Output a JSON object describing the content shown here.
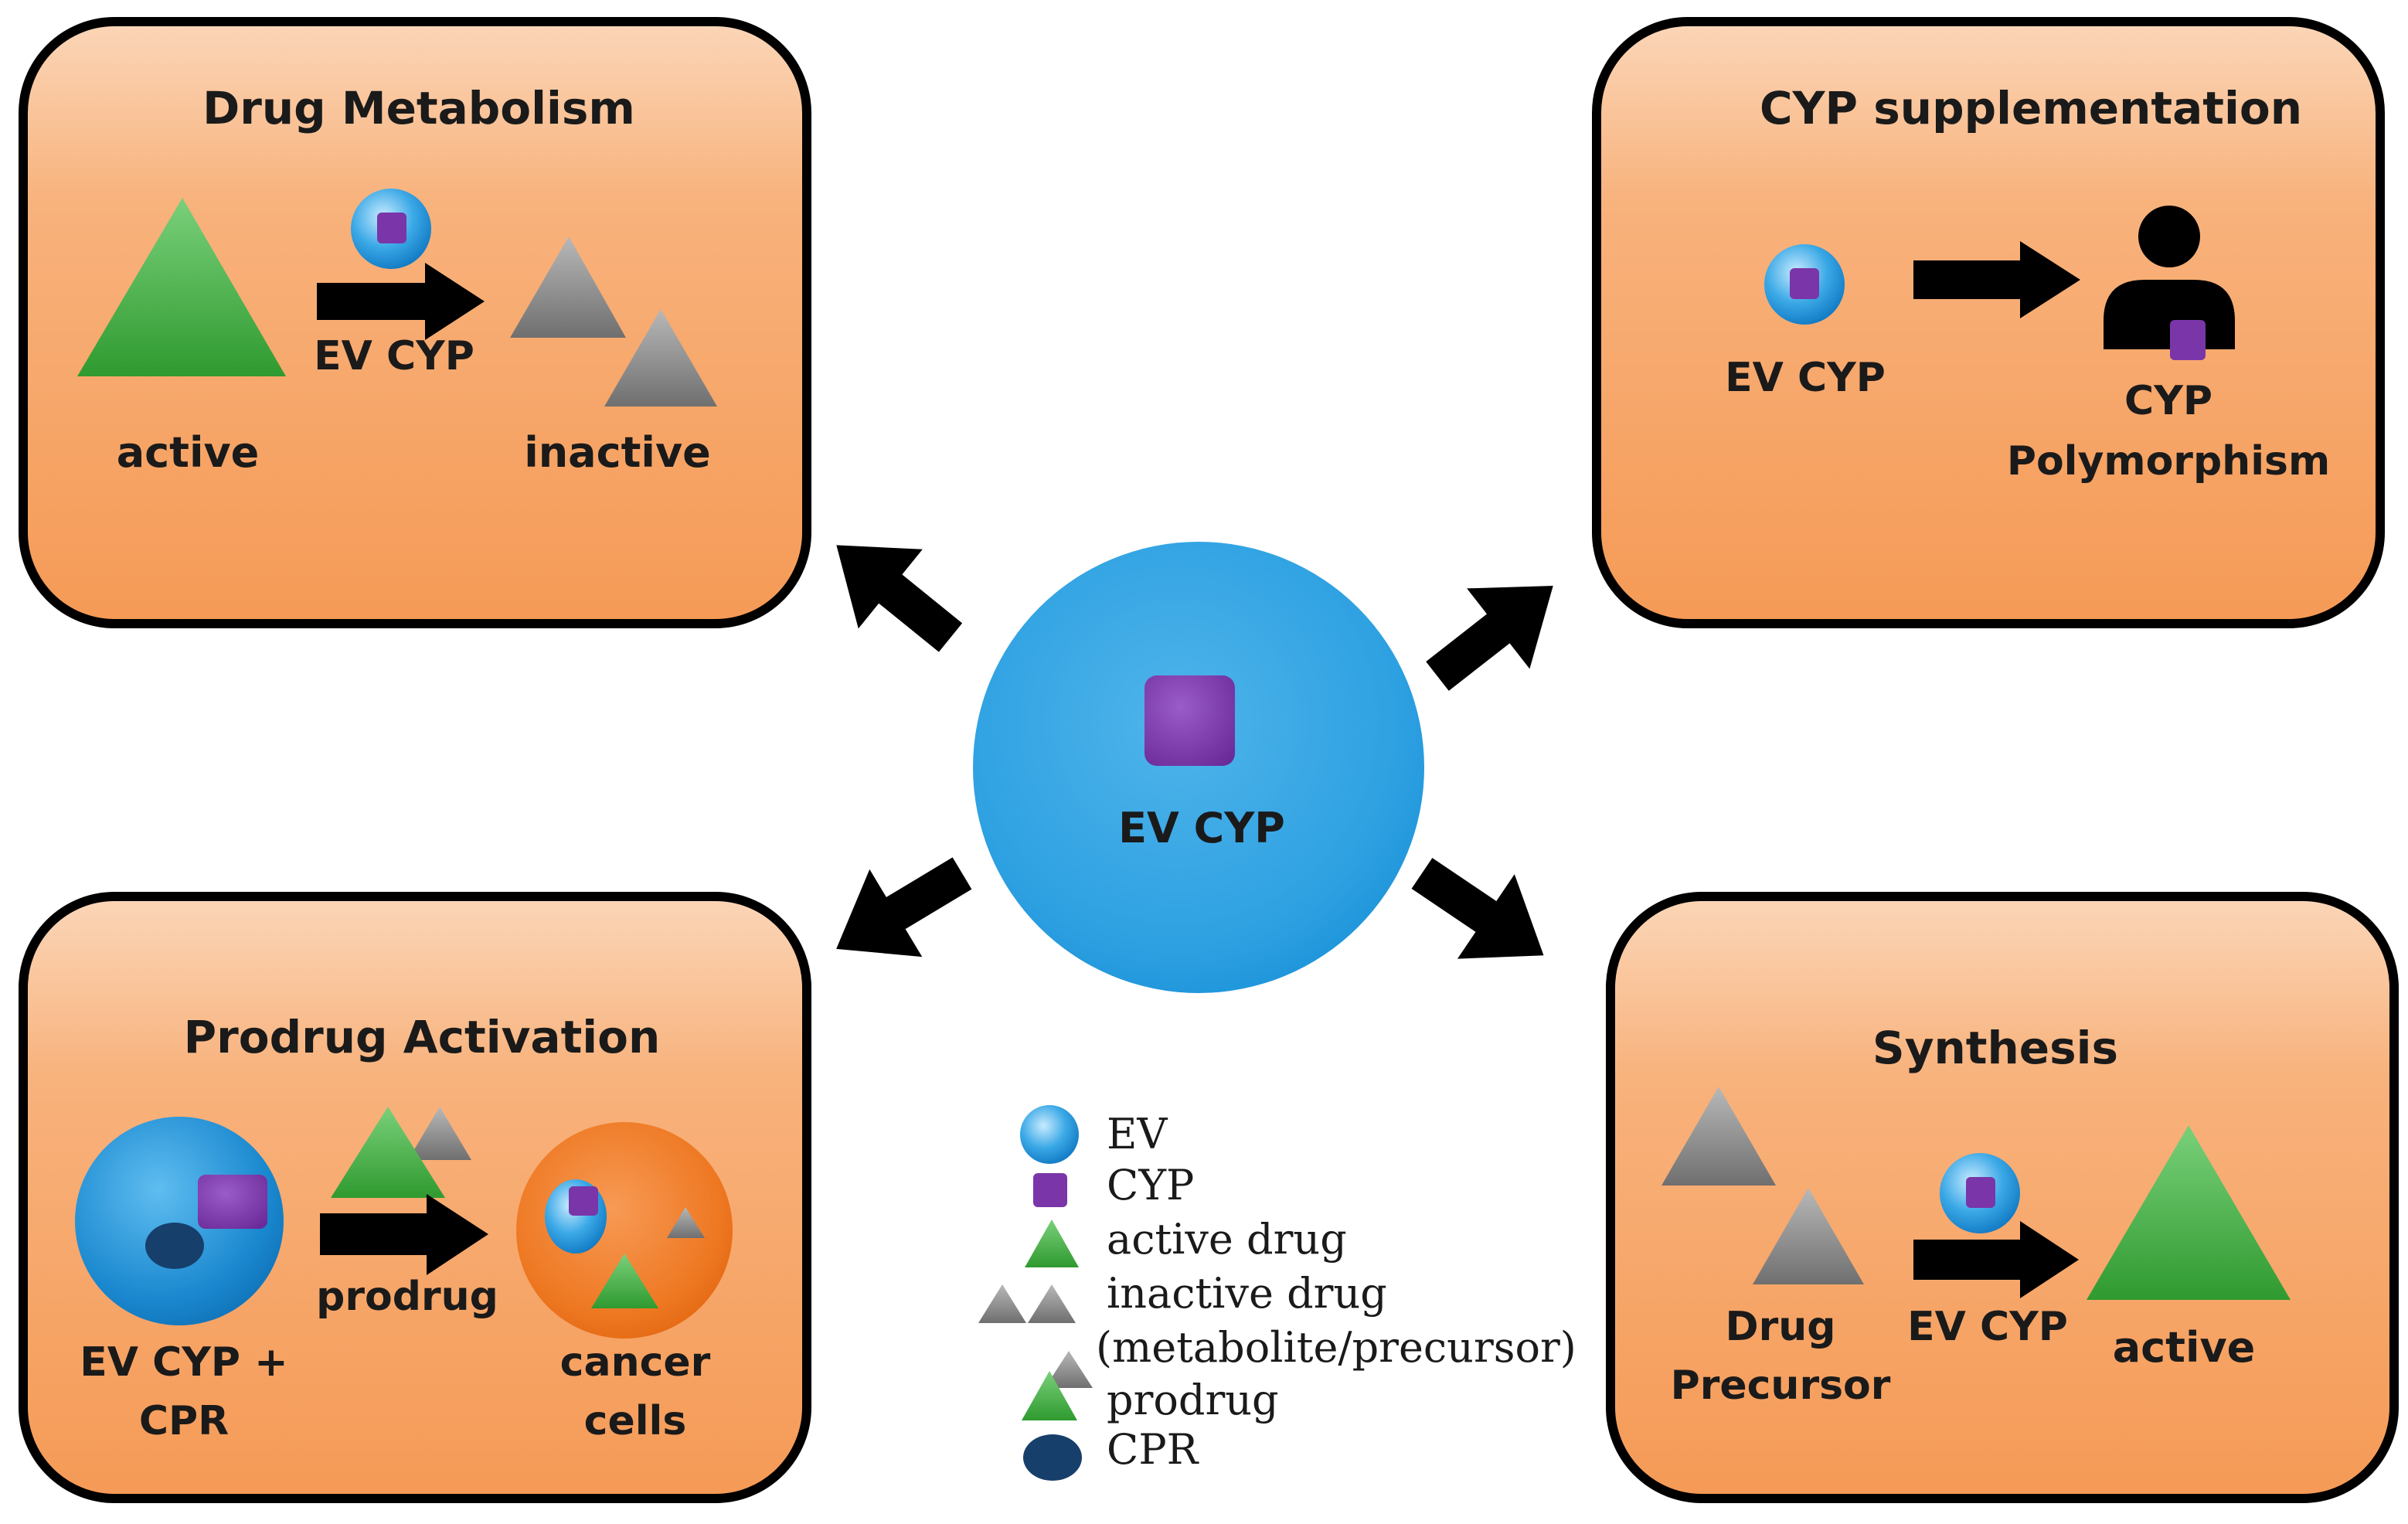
{
  "center": {
    "label": "EV CYP"
  },
  "panels": {
    "drug_metabolism": {
      "title": "Drug Metabolism",
      "arrow_label": "EV CYP",
      "left_label": "active",
      "right_label": "inactive"
    },
    "cyp_supplementation": {
      "title": "CYP supplementation",
      "left_label": "EV CYP",
      "right_label_line1": "CYP",
      "right_label_line2": "Polymorphism"
    },
    "prodrug_activation": {
      "title": "Prodrug Activation",
      "left_label_line1": "EV CYP +",
      "left_label_line2": "CPR",
      "arrow_label": "prodrug",
      "right_label_line1": "cancer",
      "right_label_line2": "cells"
    },
    "synthesis": {
      "title": "Synthesis",
      "left_label_line1": "Drug",
      "left_label_line2": "Precursor",
      "arrow_label": "EV CYP",
      "right_label": "active"
    }
  },
  "legend": {
    "ev": "EV",
    "cyp": "CYP",
    "active_drug": "active drug",
    "inactive_drug_line1": "inactive drug",
    "inactive_drug_line2": "(metabolite/precursor)",
    "prodrug": "prodrug",
    "cpr": "CPR"
  },
  "colors": {
    "panel_fill": "#f7a56b",
    "ev_blue": "#1b9ad9",
    "cyp_purple": "#7a35a8",
    "active_green": "#3aa43a",
    "inactive_gray": "#8e8e8e",
    "cpr_navy": "#173f6b",
    "cancer_orange": "#e8690f"
  }
}
